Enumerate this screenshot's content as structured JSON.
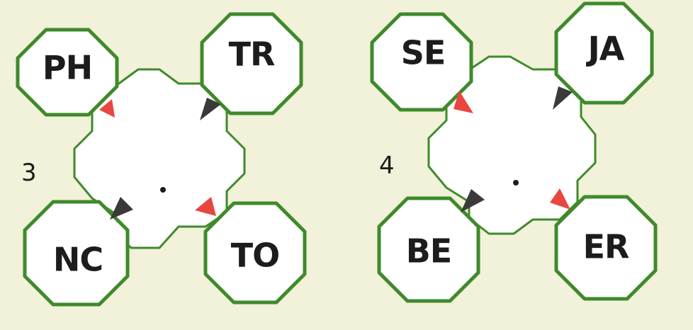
{
  "colors": {
    "background": "#f2f1d9",
    "border_outer": "#3f8a2c",
    "border_inner": "#b9d98a",
    "fill": "#ffffff",
    "arrow_red": "#e8463f",
    "arrow_dark": "#3a3a3a",
    "text": "#1c1c1c"
  },
  "diagrams": [
    {
      "number": "3",
      "corners": {
        "top_left": "PH",
        "top_right": "TR",
        "bottom_left": "NC",
        "bottom_right": "TO"
      },
      "arrows": {
        "top_left": "red",
        "top_right": "dark",
        "bottom_left": "dark",
        "bottom_right": "red"
      }
    },
    {
      "number": "4",
      "corners": {
        "top_left": "SE",
        "top_right": "JA",
        "bottom_left": "BE",
        "bottom_right": "ER"
      },
      "arrows": {
        "top_left": "red",
        "top_right": "dark",
        "bottom_left": "dark",
        "bottom_right": "red"
      }
    }
  ]
}
